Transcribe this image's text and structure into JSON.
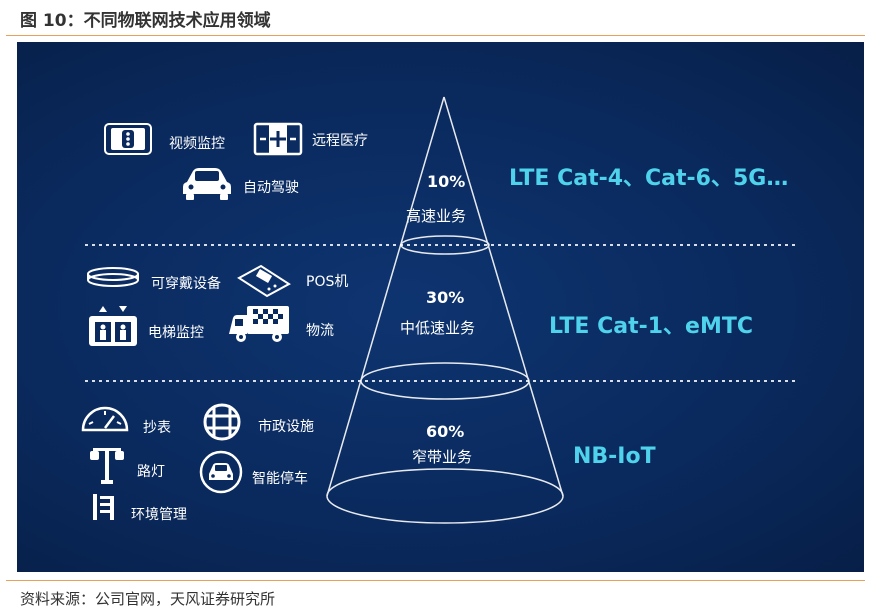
{
  "figure": {
    "title": "图 10：不同物联网技术应用领域",
    "source": "资料来源：公司官网，天风证券研究所"
  },
  "tiers": [
    {
      "percent": "10%",
      "name": "高速业务",
      "technology": "LTE Cat-4、Cat-6、5G…",
      "apps": [
        {
          "label": "视频监控",
          "icon": "traffic-light-icon"
        },
        {
          "label": "远程医疗",
          "icon": "medical-kit-icon"
        },
        {
          "label": "自动驾驶",
          "icon": "car-icon"
        }
      ]
    },
    {
      "percent": "30%",
      "name": "中低速业务",
      "technology": "LTE Cat-1、eMTC",
      "apps": [
        {
          "label": "可穿戴设备",
          "icon": "wristband-icon"
        },
        {
          "label": "POS机",
          "icon": "pos-terminal-icon"
        },
        {
          "label": "电梯监控",
          "icon": "elevator-icon"
        },
        {
          "label": "物流",
          "icon": "delivery-truck-icon"
        }
      ]
    },
    {
      "percent": "60%",
      "name": "窄带业务",
      "technology": "NB-IoT",
      "apps": [
        {
          "label": "抄表",
          "icon": "gauge-icon"
        },
        {
          "label": "市政设施",
          "icon": "manhole-grid-icon"
        },
        {
          "label": "路灯",
          "icon": "street-lamp-icon"
        },
        {
          "label": "智能停车",
          "icon": "parking-car-icon"
        },
        {
          "label": "环境管理",
          "icon": "building-icon"
        }
      ]
    }
  ],
  "colors": {
    "background": "#0a2a5e",
    "accent": "#4fd2ec",
    "text": "#ffffff",
    "rule": "#e8a15a"
  }
}
